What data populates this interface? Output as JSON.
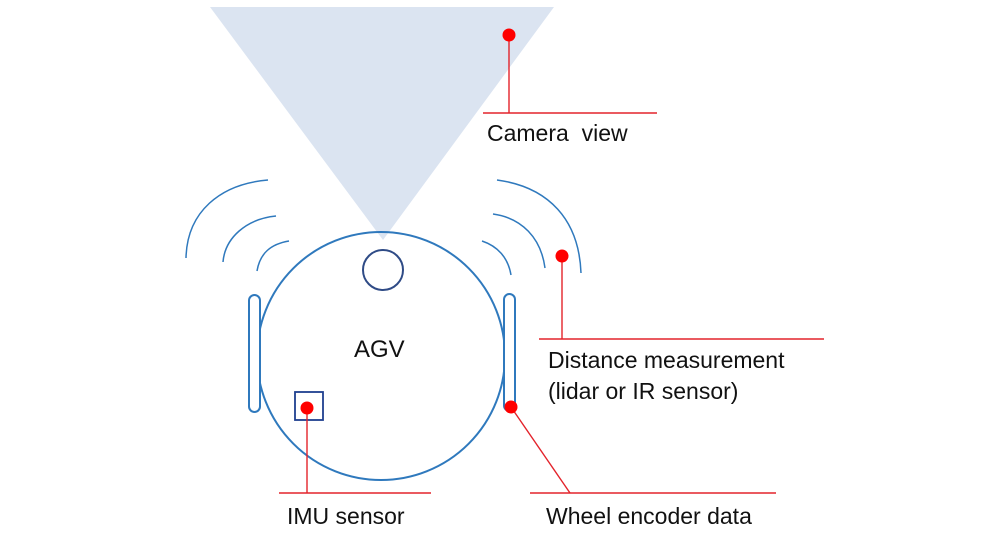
{
  "diagram": {
    "robot_label": "AGV",
    "labels": {
      "camera": "Camera  view",
      "distance_line1": "Distance measurement",
      "distance_line2": "(lidar or IR sensor)",
      "imu": "IMU sensor",
      "wheel": "Wheel encoder data"
    },
    "colors": {
      "robot_outline": "#2f79bd",
      "camera_cone": "#dbe4f1",
      "callout": "#e3232b",
      "marker": "#ff0000",
      "imu_box": "#1f3f8f",
      "camera_lens": "#2f4b86"
    }
  }
}
